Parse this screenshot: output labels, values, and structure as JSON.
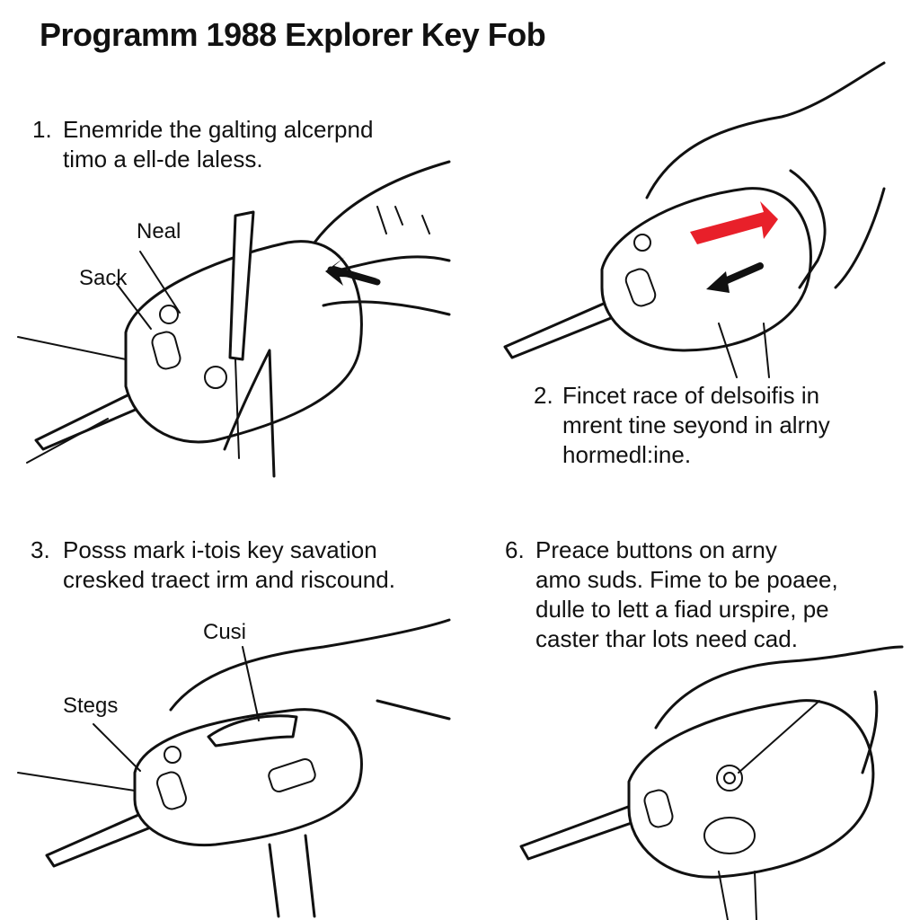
{
  "title": "Programm 1988 Explorer Key Fob",
  "steps": [
    {
      "number": "1.",
      "text": "Enemride the galting alcerpnd\ntimo a ell-de laless."
    },
    {
      "number": "2.",
      "text": "Fincet race of delsoifis in\nmrent tine seyond in alrny\nhormedl:ine."
    },
    {
      "number": "3.",
      "text": "Posss mark i-tois key savation\ncresked traect irm and riscound."
    },
    {
      "number": "6.",
      "text": "Preace buttons on arny\namo suds. Fime to be poaee,\ndulle to lett a fiad urspire, pe\ncaster thar lots need cad."
    }
  ],
  "callouts": {
    "neal": "Neal",
    "sack": "Sack",
    "cusi": "Cusi",
    "stegs": "Stegs"
  },
  "colors": {
    "ink": "#111111",
    "accent": "#e8202a",
    "background": "#ffffff"
  }
}
